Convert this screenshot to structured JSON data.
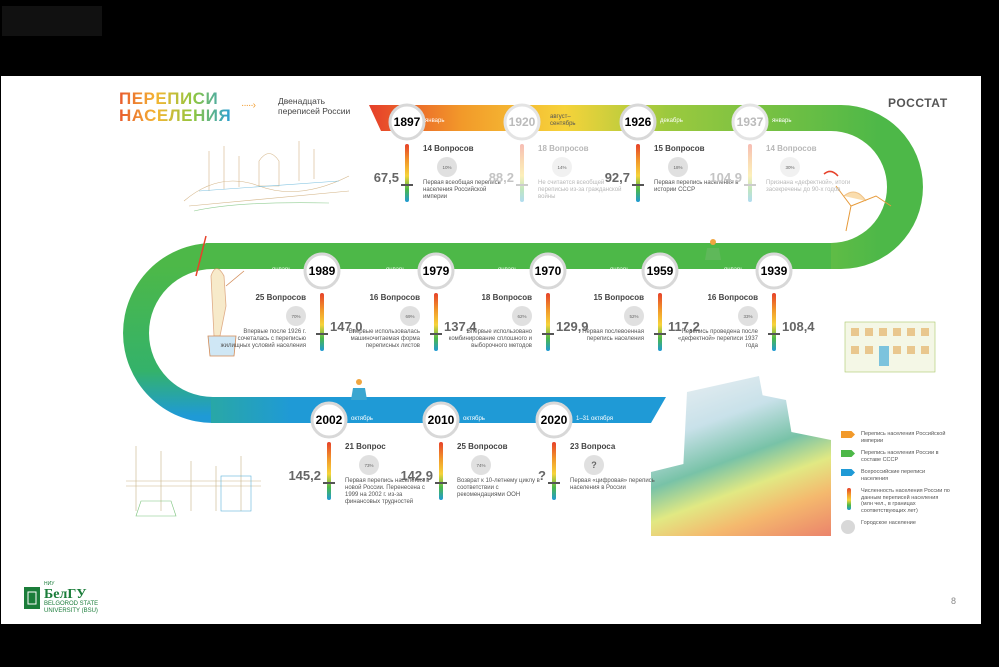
{
  "top_left_overlay": "",
  "brand": {
    "title_line1": "ПЕРЕПИСИ",
    "title_line2": "НАСЕЛЕНИЯ",
    "subtitle_line1": "Двенадцать",
    "subtitle_line2": "переписей России",
    "rosstat": "РОССТАТ"
  },
  "censuses": [
    {
      "year": "1897",
      "month": "январь",
      "questions": "14 Вопросов",
      "desc": "Первая всеобщая перепись населения Российской империи",
      "population": "67,5",
      "urban": "10%",
      "faded": false
    },
    {
      "year": "1920",
      "month": "август–сентябрь",
      "questions": "18 Вопросов",
      "desc": "Не считается всеобщей переписью из-за гражданской войны",
      "population": "88,2",
      "urban": "14%",
      "faded": true
    },
    {
      "year": "1926",
      "month": "декабрь",
      "questions": "15 Вопросов",
      "desc": "Первая перепись населения в истории СССР",
      "population": "92,7",
      "urban": "18%",
      "faded": false
    },
    {
      "year": "1937",
      "month": "январь",
      "questions": "14 Вопросов",
      "desc": "Признана «дефектной», итоги засекречены до 90-х годов",
      "population": "104,9",
      "urban": "30%",
      "faded": true
    },
    {
      "year": "1939",
      "month": "январь",
      "questions": "16 Вопросов",
      "desc": "Перепись проведена после «дефектной» переписи 1937 года",
      "population": "108,4",
      "urban": "33%",
      "faded": false
    },
    {
      "year": "1959",
      "month": "январь",
      "questions": "15 Вопросов",
      "desc": "Первая послевоенная перепись населения",
      "population": "117,2",
      "urban": "52%",
      "faded": false
    },
    {
      "year": "1970",
      "month": "январь",
      "questions": "18 Вопросов",
      "desc": "Впервые использовано комбинирование сплошного и выборочного методов",
      "population": "129,9",
      "urban": "62%",
      "faded": false
    },
    {
      "year": "1979",
      "month": "январь",
      "questions": "16 Вопросов",
      "desc": "Впервые использовалась машиночитаемая форма переписных листов",
      "population": "137,4",
      "urban": "69%",
      "faded": false
    },
    {
      "year": "1989",
      "month": "январь",
      "questions": "25 Вопросов",
      "desc": "Впервые после 1926 г. сочеталась с переписью жилищных условий населения",
      "population": "147,0",
      "urban": "70%",
      "faded": false
    },
    {
      "year": "2002",
      "month": "октябрь",
      "questions": "21 Вопрос",
      "desc": "Первая перепись населения в новой России. Перенесена с 1999 на 2002 г. из-за финансовых трудностей",
      "population": "145,2",
      "urban": "73%",
      "faded": false
    },
    {
      "year": "2010",
      "month": "октябрь",
      "questions": "25 Вопросов",
      "desc": "Возврат к 10-летнему циклу в соответствии с рекомендациями ООН",
      "population": "142,9",
      "urban": "74%",
      "faded": false
    },
    {
      "year": "2020",
      "month": "1–31 октября",
      "questions": "23 Вопроса",
      "desc": "Первая «цифровая» перепись населения в России",
      "population": "?",
      "urban": "?",
      "faded": false
    }
  ],
  "legend": [
    {
      "label": "Перепись населения Российской империи",
      "color": "#f29a2a"
    },
    {
      "label": "Перепись населения России в составе СССР",
      "color": "#4db848"
    },
    {
      "label": "Всероссийские переписи населения",
      "color": "#1f9ad6"
    },
    {
      "label": "Численность населения России по данным переписей населения (млн чел., в границах соответствующих лет)",
      "color": "gradient"
    },
    {
      "label": "Городское население",
      "color": "#d8d8d8"
    }
  ],
  "logo": {
    "line1": "НИУ",
    "line2": "БелГУ",
    "line3": "BELGOROD STATE",
    "line4": "UNIVERSITY (BSU)"
  },
  "page_number": "8",
  "colors": {
    "empire": "#f29a2a",
    "ussr": "#4db848",
    "russia": "#1f9ad6"
  }
}
